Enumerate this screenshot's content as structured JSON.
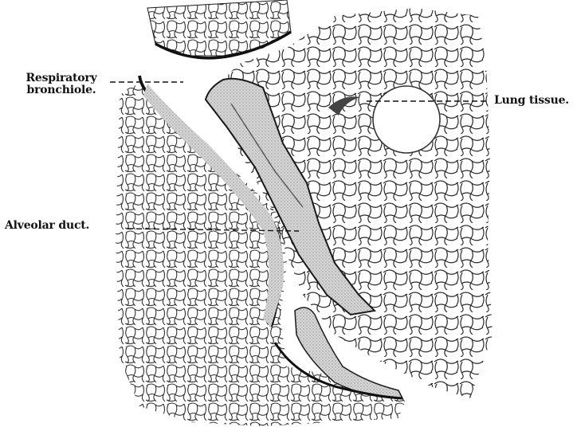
{
  "labels": {
    "respiratory_bronchiole_line1": "Respiratory",
    "respiratory_bronchiole_line2": "bronchiole.",
    "alveolar_duct": "Alveolar duct.",
    "lung_tissue": "Lung tissue."
  },
  "colors": {
    "ink": "#111111",
    "wall_fill": "#c9c9c9",
    "wall_stroke": "#1a1a1a",
    "background": "#ffffff"
  }
}
